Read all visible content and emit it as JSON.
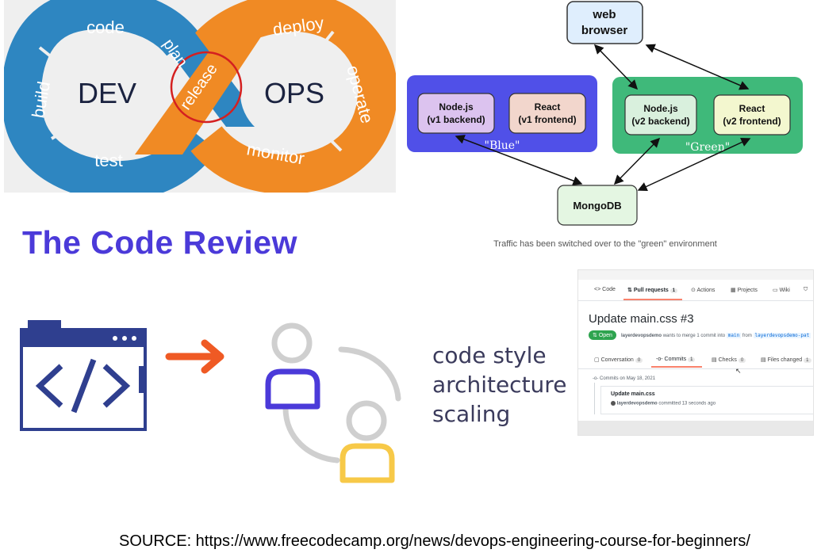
{
  "devops": {
    "dev": "DEV",
    "ops": "OPS",
    "stages": {
      "code": "code",
      "build": "build",
      "test": "test",
      "plan": "plan",
      "release": "release",
      "deploy": "deploy",
      "operate": "operate",
      "monitor": "monitor"
    },
    "colors": {
      "dev": "#2e86c1",
      "ops": "#f08a24",
      "release_ring": "#d42020"
    }
  },
  "architecture": {
    "browser": "web\nbrowser",
    "browser_line1": "web",
    "browser_line2": "browser",
    "blue_env": {
      "label": "\"Blue\"",
      "backend_l1": "Node.js",
      "backend_l2": "(v1 backend)",
      "frontend_l1": "React",
      "frontend_l2": "(v1 frontend)",
      "color": "#5050e8"
    },
    "green_env": {
      "label": "\"Green\"",
      "backend_l1": "Node.js",
      "backend_l2": "(v2 backend)",
      "frontend_l1": "React",
      "frontend_l2": "(v2 frontend)",
      "color": "#3fb97a"
    },
    "db": "MongoDB",
    "caption": "Traffic has been switched over to the \"green\" environment"
  },
  "review": {
    "title": "The Code Review",
    "aspects": [
      "code style",
      "architecture",
      "scaling"
    ],
    "colors": {
      "title": "#4b3ad9",
      "arrow": "#ef5a24",
      "person_top": "#4b3ad9",
      "person_bottom": "#f7c948"
    }
  },
  "github": {
    "tabs": [
      "Code",
      "Pull requests",
      "Actions",
      "Projects",
      "Wiki"
    ],
    "pr_count": "1",
    "pr_title": "Update main.css #3",
    "status": "Open",
    "merge_text_user": "layerdevopsdemo",
    "merge_text": "wants to merge 1 commit into",
    "merge_base": "main",
    "merge_from": "from",
    "merge_head": "layerdevopsdemo-pat",
    "subtabs": [
      {
        "label": "Conversation",
        "count": "0"
      },
      {
        "label": "Commits",
        "count": "1"
      },
      {
        "label": "Checks",
        "count": "0"
      },
      {
        "label": "Files changed",
        "count": "1"
      }
    ],
    "commits_date": "Commits on May 18, 2021",
    "commit_title": "Update main.css",
    "commit_author": "layerdevopsdemo",
    "commit_meta": "committed 13 seconds ago"
  },
  "source": "SOURCE: https://www.freecodecamp.org/news/devops-engineering-course-for-beginners/"
}
